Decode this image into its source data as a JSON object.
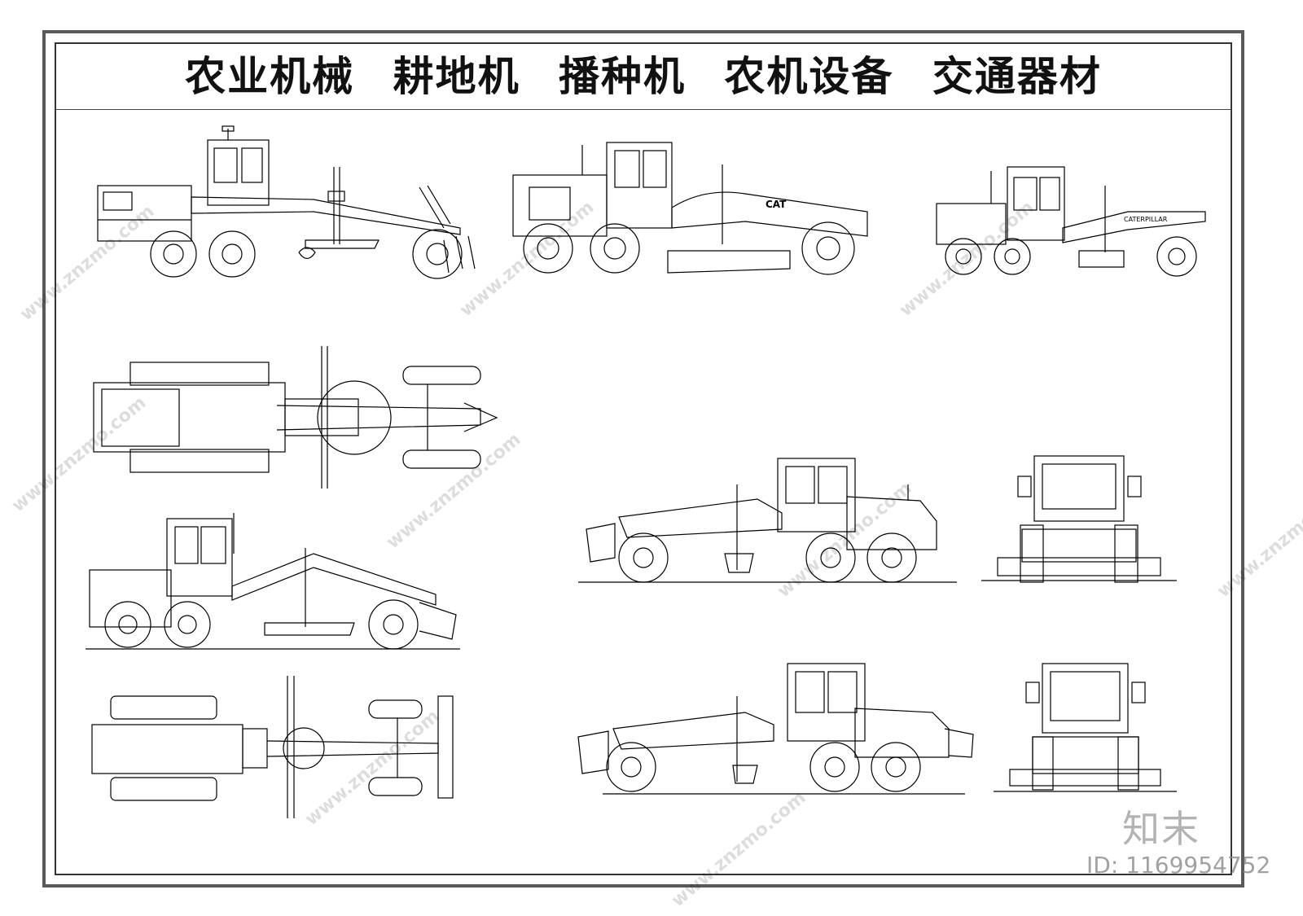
{
  "title": {
    "words": [
      "农业机械",
      "耕地机",
      "播种机",
      "农机设备",
      "交通器材"
    ]
  },
  "labels": {
    "cat_badge": "CAT",
    "caterpillar_badge": "CATERPILLAR"
  },
  "watermark": {
    "site": "www.znzmo.com",
    "brand_glyph": "知末",
    "id_text": "ID: 1169954752"
  }
}
